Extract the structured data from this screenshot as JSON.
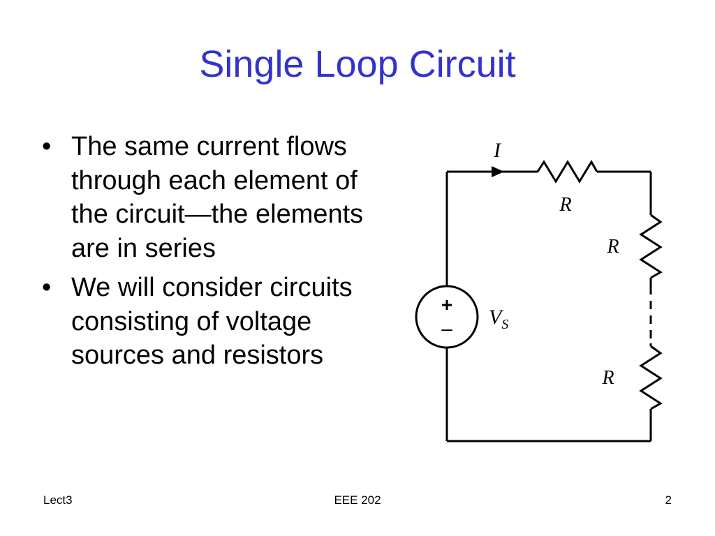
{
  "slide": {
    "title": "Single Loop Circuit",
    "bullets": [
      {
        "mark": "•",
        "text": "The same current flows through each element of the circuit—the elements are in series"
      },
      {
        "mark": "•",
        "text": "We will consider circuits consisting of voltage sources and resistors"
      }
    ]
  },
  "circuit": {
    "current_label": "I",
    "resistor_labels": [
      "R",
      "R",
      "R"
    ],
    "source": {
      "plus": "+",
      "minus": "–",
      "label_main": "V",
      "label_sub": "S"
    }
  },
  "footer": {
    "left": "Lect3",
    "center": "EEE 202",
    "right": "2"
  },
  "colors": {
    "title": "#3333cc",
    "text": "#000000",
    "background": "#ffffff"
  }
}
